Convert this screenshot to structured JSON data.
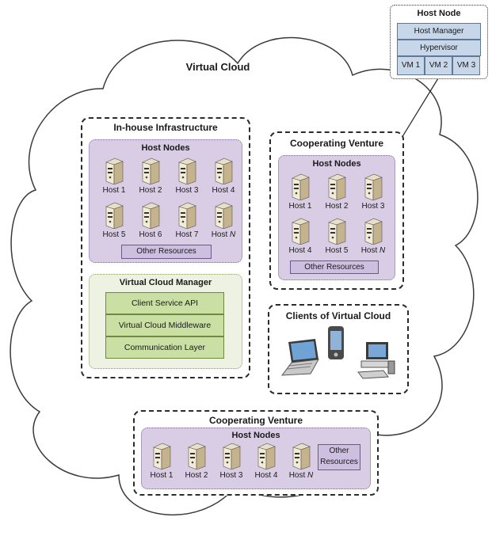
{
  "cloud": {
    "title": "Virtual Cloud"
  },
  "inhouse": {
    "title": "In-house Infrastructure",
    "host_nodes_title": "Host Nodes",
    "hosts": [
      "Host 1",
      "Host 2",
      "Host 3",
      "Host 4",
      "Host 5",
      "Host 6",
      "Host 7",
      "Host N"
    ],
    "other_resources": "Other Resources"
  },
  "manager": {
    "title": "Virtual Cloud Manager",
    "layers": [
      "Client Service API",
      "Virtual Cloud Middleware",
      "Communication Layer"
    ]
  },
  "venture_right": {
    "title": "Cooperating Venture",
    "host_nodes_title": "Host Nodes",
    "hosts": [
      "Host 1",
      "Host 2",
      "Host 3",
      "Host 4",
      "Host 5",
      "Host N"
    ],
    "other_resources": "Other Resources"
  },
  "clients": {
    "title": "Clients of Virtual Cloud"
  },
  "venture_bottom": {
    "title": "Cooperating Venture",
    "host_nodes_title": "Host Nodes",
    "hosts": [
      "Host 1",
      "Host 2",
      "Host 3",
      "Host 4",
      "Host N"
    ],
    "other_resources_line1": "Other",
    "other_resources_line2": "Resources"
  },
  "host_node_detail": {
    "title": "Host Node",
    "manager": "Host Manager",
    "hypervisor": "Hypervisor",
    "vms": [
      "VM 1",
      "VM 2",
      "VM 3"
    ]
  }
}
